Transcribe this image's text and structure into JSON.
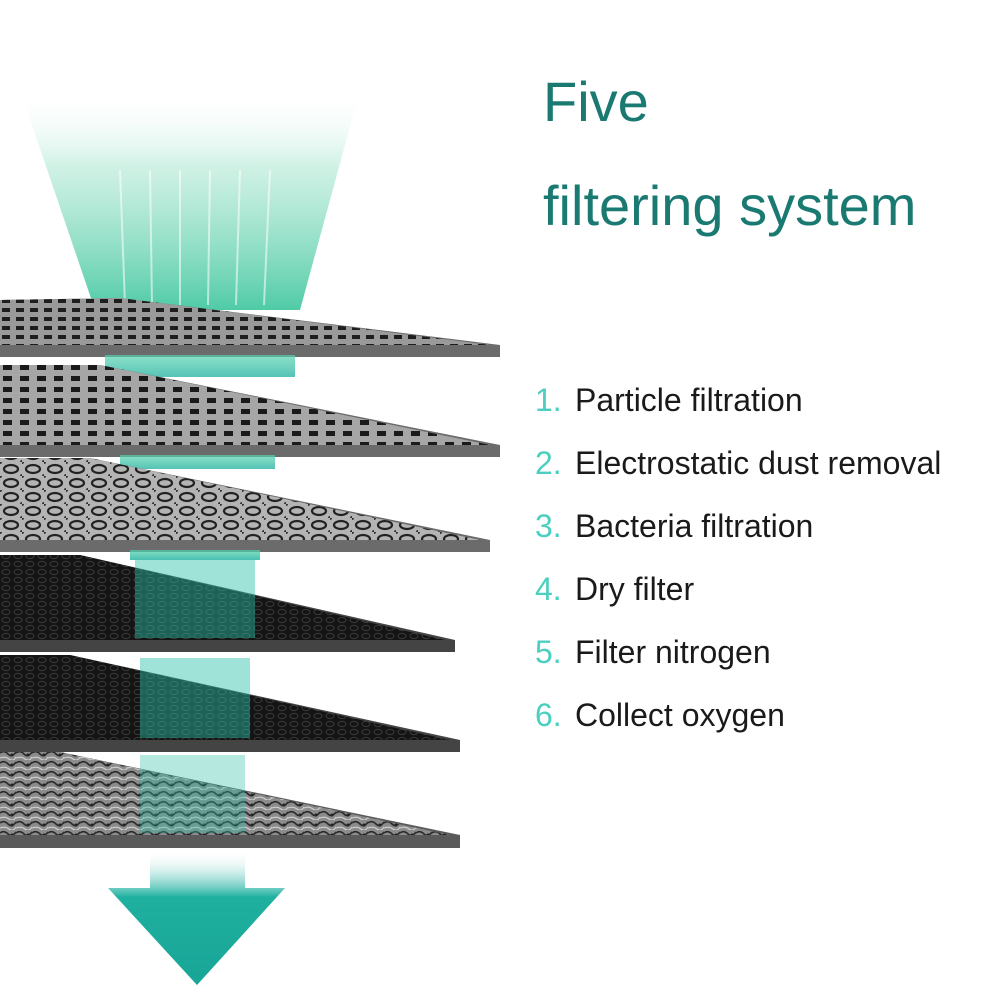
{
  "title": {
    "line1": "Five",
    "line2": "filtering system"
  },
  "steps": [
    {
      "number": "1.",
      "label": "Particle filtration"
    },
    {
      "number": "2.",
      "label": "Electrostatic dust removal"
    },
    {
      "number": "3.",
      "label": "Bacteria filtration"
    },
    {
      "number": "4.",
      "label": "Dry filter"
    },
    {
      "number": "5.",
      "label": "Filter nitrogen"
    },
    {
      "number": "6.",
      "label": "Collect oxygen"
    }
  ],
  "colors": {
    "title": "#1a7a72",
    "step_number": "#4ccfc0",
    "step_label": "#1a1a1a",
    "airflow": "#2bbfa6",
    "arrow": "#1fb0a0",
    "layer_light": "#5a5a5a",
    "layer_dark": "#1c1c1c"
  },
  "illustration": {
    "layers": [
      {
        "name": "particle-filter-layer",
        "pattern": "perforated-grid",
        "tone": "light"
      },
      {
        "name": "electrostatic-filter-layer",
        "pattern": "perforated-grid",
        "tone": "light"
      },
      {
        "name": "bacteria-filter-layer",
        "pattern": "ring-mesh",
        "tone": "light"
      },
      {
        "name": "dry-filter-layer",
        "pattern": "honeycomb",
        "tone": "dark"
      },
      {
        "name": "nitrogen-filter-layer",
        "pattern": "honeycomb",
        "tone": "dark"
      },
      {
        "name": "oxygen-collector-layer",
        "pattern": "fibrous",
        "tone": "medium"
      }
    ],
    "icons": [
      "airflow-stream-icon",
      "down-arrow-icon"
    ]
  }
}
